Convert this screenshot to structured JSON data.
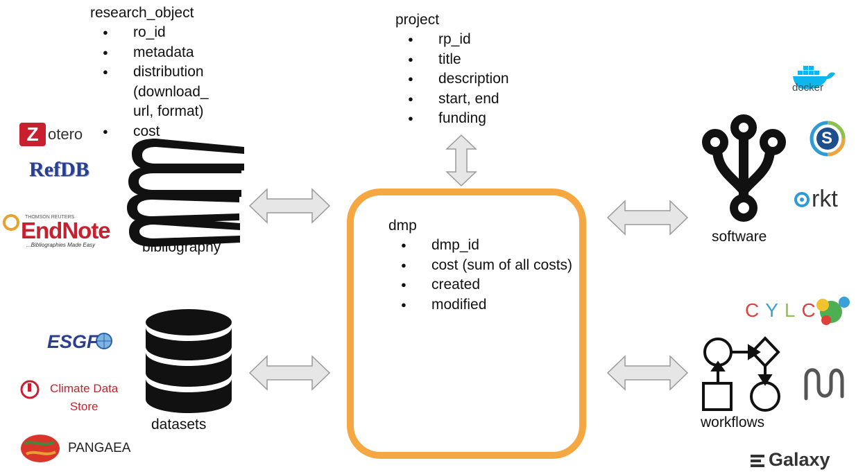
{
  "research_object": {
    "title": "research_object",
    "attributes": [
      "ro_id",
      "metadata",
      "distribution (download_ url, format)",
      "cost"
    ]
  },
  "project": {
    "title": "project",
    "attributes": [
      "rp_id",
      "title",
      "description",
      "start, end",
      "funding"
    ]
  },
  "dmp": {
    "title": "dmp",
    "attributes": [
      "dmp_id",
      "cost (sum of all costs)",
      "created",
      "modified"
    ],
    "border_color": "#f5a742"
  },
  "bibliography": {
    "label": "bibliography",
    "icon": "books-icon",
    "logos": {
      "zotero": "otero",
      "zotero_z": "Z",
      "refdb": "RefDB",
      "endnote_top": "THOMSON REUTERS",
      "endnote": "EndNote",
      "endnote_tagline": "...Bibliographies Made Easy"
    }
  },
  "datasets": {
    "label": "datasets",
    "icon": "database-icon",
    "logos": {
      "esgf": "ESGF",
      "climate_line1": "Climate Data",
      "climate_line2": "Store",
      "pangaea": "PANGAEA"
    }
  },
  "software": {
    "label": "software",
    "icon": "git-branch-icon",
    "logos": {
      "docker": "docker",
      "s": "S",
      "rkt": "rkt"
    }
  },
  "workflows": {
    "label": "workflows",
    "icon": "workflow-icon",
    "logos": {
      "cylc": "CYLC",
      "galaxy": "Galaxy"
    }
  },
  "colors": {
    "arrow_fill": "#e6e6e6",
    "arrow_stroke": "#999999",
    "endnote_red": "#c8202f",
    "refdb_blue": "#2a3f8f",
    "climate_red": "#c8202f",
    "cylc_c1": "#e0403a",
    "cylc_c2": "#3aa0d8",
    "cylc_c3": "#8bc34a"
  }
}
